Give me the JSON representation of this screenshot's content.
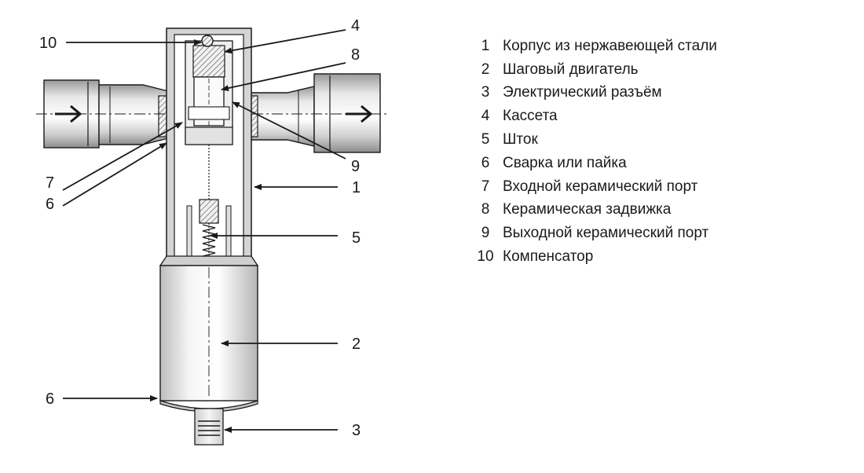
{
  "diagram": {
    "callouts": {
      "c10": "10",
      "c4": "4",
      "c8": "8",
      "c9": "9",
      "c7": "7",
      "c6a": "6",
      "c1": "1",
      "c5": "5",
      "c2": "2",
      "c6b": "6",
      "c3": "3"
    },
    "colors": {
      "outline": "#1a1a1a",
      "body_gray": "#d9d9d9",
      "hatch": "#8a8a8a"
    }
  },
  "legend": {
    "items": [
      {
        "num": "1",
        "label": "Корпус из нержавеющей стали"
      },
      {
        "num": "2",
        "label": "Шаговый двигатель"
      },
      {
        "num": "3",
        "label": "Электрический разъём"
      },
      {
        "num": "4",
        "label": "Кассета"
      },
      {
        "num": "5",
        "label": "Шток"
      },
      {
        "num": "6",
        "label": "Сварка или пайка"
      },
      {
        "num": "7",
        "label": "Входной керамический порт"
      },
      {
        "num": "8",
        "label": "Керамическая задвижка"
      },
      {
        "num": "9",
        "label": "Выходной керамический порт"
      },
      {
        "num": "10",
        "label": "Компенсатор"
      }
    ]
  }
}
